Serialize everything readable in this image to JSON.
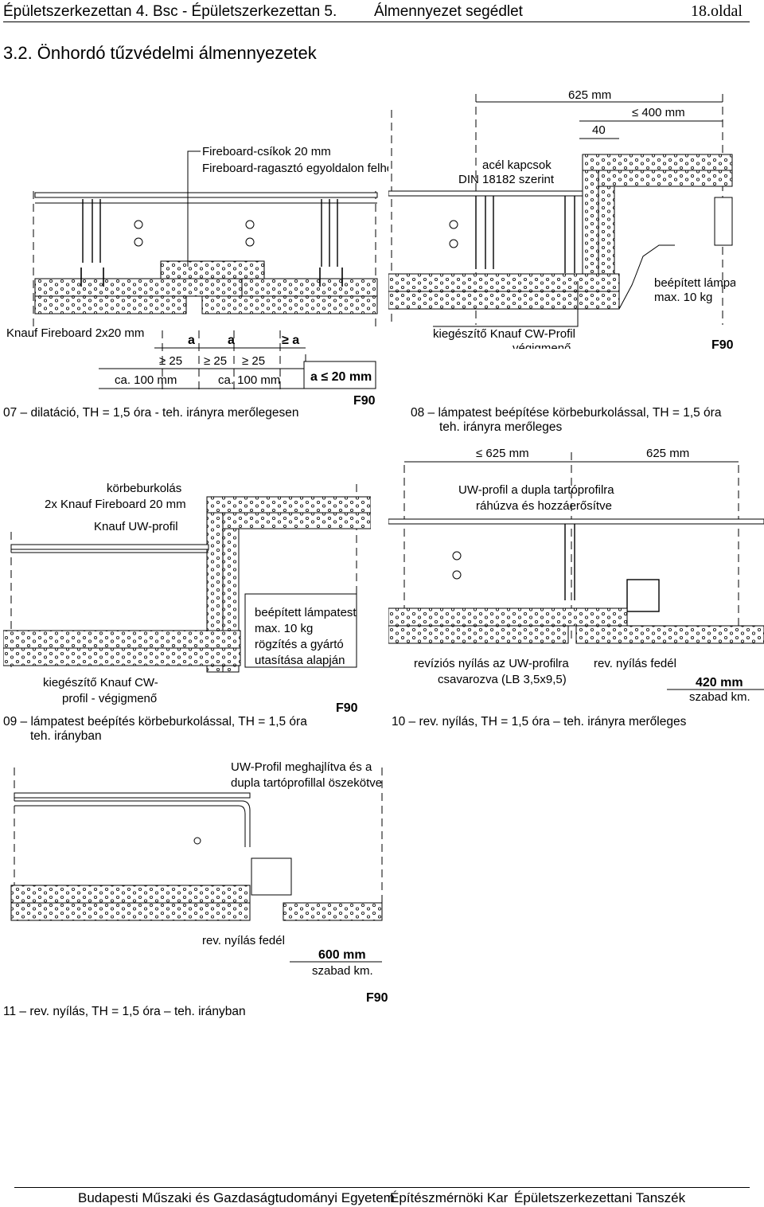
{
  "header": {
    "left": "Épületszerkezettan 4. Bsc - Épületszerkezettan 5.",
    "center": "Álmennyezet segédlet",
    "page": "18.oldal"
  },
  "section_title": "3.2. Önhordó tűzvédelmi álmennyezetek",
  "figures": {
    "fig07": {
      "labels": {
        "fireboard_strips": "Fireboard-csíkok 20 mm",
        "fireboard_glue": "Fireboard-ragasztó egyoldalon felhordva",
        "board": "Knauf Fireboard 2x20 mm",
        "a1": "a",
        "a2": "a",
        "a3": "≥ a",
        "d1": "≥ 25",
        "d2": "≥ 25",
        "d3": "≥ 25",
        "ca1": "ca. 100 mm",
        "ca2": "ca. 100 mm",
        "gap": "a  ≤ 20 mm",
        "f90": "F90"
      },
      "caption": "07 – dilatáció, TH = 1,5 óra - teh. irányra merőlegesen"
    },
    "fig08": {
      "labels": {
        "dim625": "625 mm",
        "dim40": "40",
        "dim400": "≤ 400 mm",
        "clips1": "acél kapcsok",
        "clips2": "DIN 18182 szerint",
        "lamp1": "beépített lámpa",
        "lamp2": "max. 10 kg",
        "cw1": "kiegészítő Knauf CW-Profil",
        "cw2": "végigmenő",
        "f90": "F90"
      },
      "caption_l1": "08 – lámpatest beépítése körbeburkolással, TH = 1,5 óra",
      "caption_l2": "teh. irányra merőleges"
    },
    "fig09": {
      "labels": {
        "enc": "körbeburkolás",
        "enc2": "2x Knauf Fireboard 20 mm",
        "uw": "Knauf UW-profil",
        "lamp1": "beépített lámpatest",
        "lamp2": "max. 10 kg",
        "lamp3": "rögzítés a gyártó",
        "lamp4": "utasítása alapján",
        "cw1": "kiegészítő Knauf CW-",
        "cw2": "profil - végigmenő",
        "f90": "F90"
      },
      "caption_l1": "09 – lámpatest beépítés körbeburkolással, TH = 1,5 óra",
      "caption_l2": "teh. irányban"
    },
    "fig10": {
      "labels": {
        "dim625a": "≤ 625 mm",
        "dim625b": "625 mm",
        "uw1": "UW-profil a dupla tartóprofilra",
        "uw2": "ráhúzva és hozzáerősítve",
        "rev1": "revíziós nyílás az UW-profilra",
        "rev2": "csavarozva (LB 3,5x9,5)",
        "cover": "rev. nyílás fedél",
        "free": "420 mm",
        "free2": "szabad km."
      },
      "caption": "10 – rev.  nyílás, TH = 1,5 óra – teh. irányra merőleges"
    },
    "fig11": {
      "labels": {
        "uw1": "UW-Profil meghajlítva és a",
        "uw2": "dupla tartóprofillal öszekötve",
        "cover": "rev. nyílás fedél",
        "free": "600 mm",
        "free2": "szabad km.",
        "f90": "F90"
      },
      "caption": "11 – rev. nyílás, TH = 1,5 óra – teh. irányban"
    }
  },
  "footer": {
    "uni": "Budapesti Műszaki és Gazdaságtudományi Egyetem",
    "faculty": "Építészmérnöki Kar",
    "dept": "Épületszerkezettani Tanszék"
  }
}
